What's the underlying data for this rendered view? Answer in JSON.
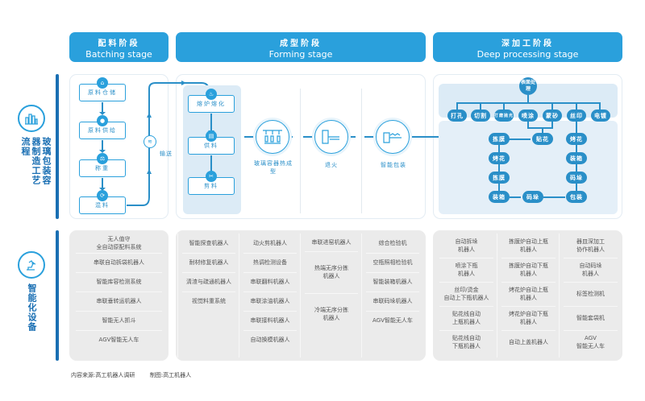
{
  "stages": [
    {
      "cn": "配料阶段",
      "en": "Batching stage"
    },
    {
      "cn": "成型阶段",
      "en": "Forming stage"
    },
    {
      "cn": "深加工阶段",
      "en": "Deep processing stage"
    }
  ],
  "side": {
    "process_label": "玻璃包装容器制造工艺流程",
    "equipment_label": "智能化设备",
    "process_icon": "factory-icon",
    "equipment_icon": "robot-arm-icon"
  },
  "batching": {
    "steps": [
      "原料仓储",
      "原料供给",
      "称重",
      "混料"
    ],
    "conveyor": "输送"
  },
  "forming": {
    "sub_steps": [
      "熔炉熔化",
      "供料",
      "剪料"
    ],
    "main_steps": [
      "玻璃容器热成型",
      "退火",
      "智能包装"
    ]
  },
  "deep": {
    "root": "表面处理",
    "branches": [
      "打孔",
      "切割",
      "打磨抛光",
      "喷涂",
      "蒙砂",
      "丝印",
      "电镀"
    ],
    "mid": "贴花",
    "left_chain": [
      "拣膜",
      "烤花",
      "拣膜",
      "装箱"
    ],
    "bottom_mid": "码垛",
    "right_chain": [
      "烤花",
      "装箱",
      "码垛",
      "包装"
    ]
  },
  "equipment": {
    "batching": [
      "无人值守\n全自动原配料系统",
      "串联自动拆袋机器人",
      "智能库容检测系统",
      "串联垂转运机器人",
      "智能无人抓斗",
      "AGV智能无人车"
    ],
    "forming_col1": [
      "智能探查机器人",
      "耐材修复机器人",
      "清渣与疏通机器人",
      "视觉料重系统"
    ],
    "forming_col2": [
      "动火剪机器人",
      "热调检测设备",
      "串联翻料机器人",
      "串联涂油机器人",
      "串联接料机器人",
      "自动换模机器人"
    ],
    "forming_col3": [
      "串联进窑机器人",
      "热端无序分拣\n机器人",
      "冷端无序分拣\n机器人"
    ],
    "forming_col4": [
      "综合检验机",
      "空瓶照相检验机",
      "智能装箱机器人",
      "串联码垛机器人",
      "AGV智能无人车"
    ],
    "deep_col1": [
      "自动拆垛\n机器人",
      "喷涂下瓶\n机器人",
      "丝印/烫金\n自动上下瓶机器人",
      "贴花线自动\n上瓶机器人",
      "贴花线自动\n下瓶机器人"
    ],
    "deep_col2": [
      "拣膜炉自动上瓶\n机器人",
      "拣膜炉自动下瓶\n机器人",
      "烤花炉自动上瓶\n机器人",
      "烤花炉自动下瓶\n机器人",
      "自动上盖机器人"
    ],
    "deep_col3": [
      "器皿深加工\n协作机器人",
      "自动码垛\n机器人",
      "标签检测机",
      "智能套袋机",
      "AGV\n智能无人车"
    ]
  },
  "footer": {
    "source": "内容来源:高工机器人调研",
    "made_by": "制图:高工机器人"
  },
  "colors": {
    "accent": "#2aa0dc",
    "dark": "#1a6fb3",
    "panel_gray": "#ebebeb"
  }
}
